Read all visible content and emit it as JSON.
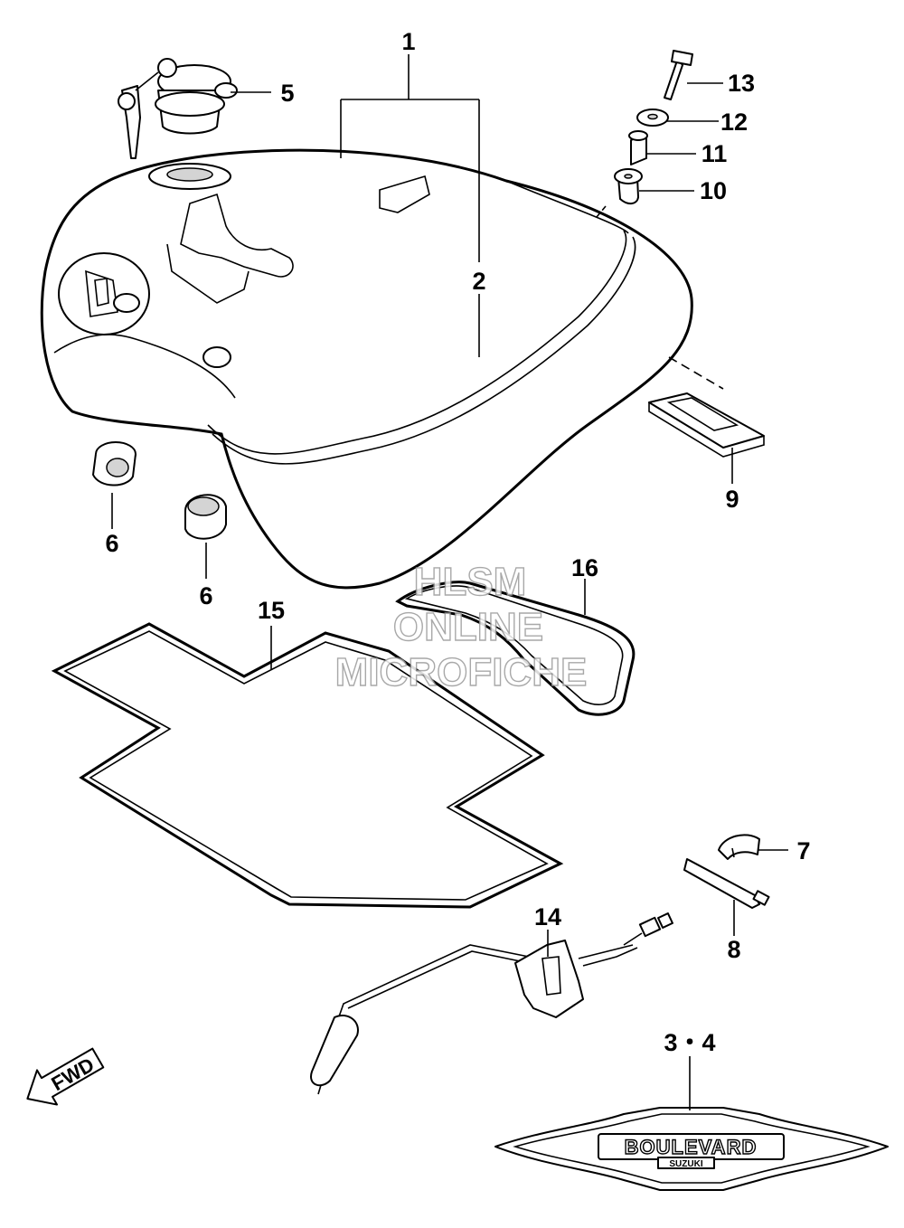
{
  "watermark": {
    "line1": "HLSM",
    "line2": "ONLINE",
    "line3": "MICROFICHE"
  },
  "fwd_label": "FWD",
  "emblem": {
    "main_text": "BOULEVARD",
    "sub_text": "SUZUKI"
  },
  "callouts": [
    {
      "id": "1",
      "label": "1"
    },
    {
      "id": "2",
      "label": "2"
    },
    {
      "id": "3-4",
      "label": "3・4"
    },
    {
      "id": "5",
      "label": "5"
    },
    {
      "id": "6a",
      "label": "6"
    },
    {
      "id": "6b",
      "label": "6"
    },
    {
      "id": "7",
      "label": "7"
    },
    {
      "id": "8",
      "label": "8"
    },
    {
      "id": "9",
      "label": "9"
    },
    {
      "id": "10",
      "label": "10"
    },
    {
      "id": "11",
      "label": "11"
    },
    {
      "id": "12",
      "label": "12"
    },
    {
      "id": "13",
      "label": "13"
    },
    {
      "id": "14",
      "label": "14"
    },
    {
      "id": "15",
      "label": "15"
    },
    {
      "id": "16",
      "label": "16"
    }
  ]
}
